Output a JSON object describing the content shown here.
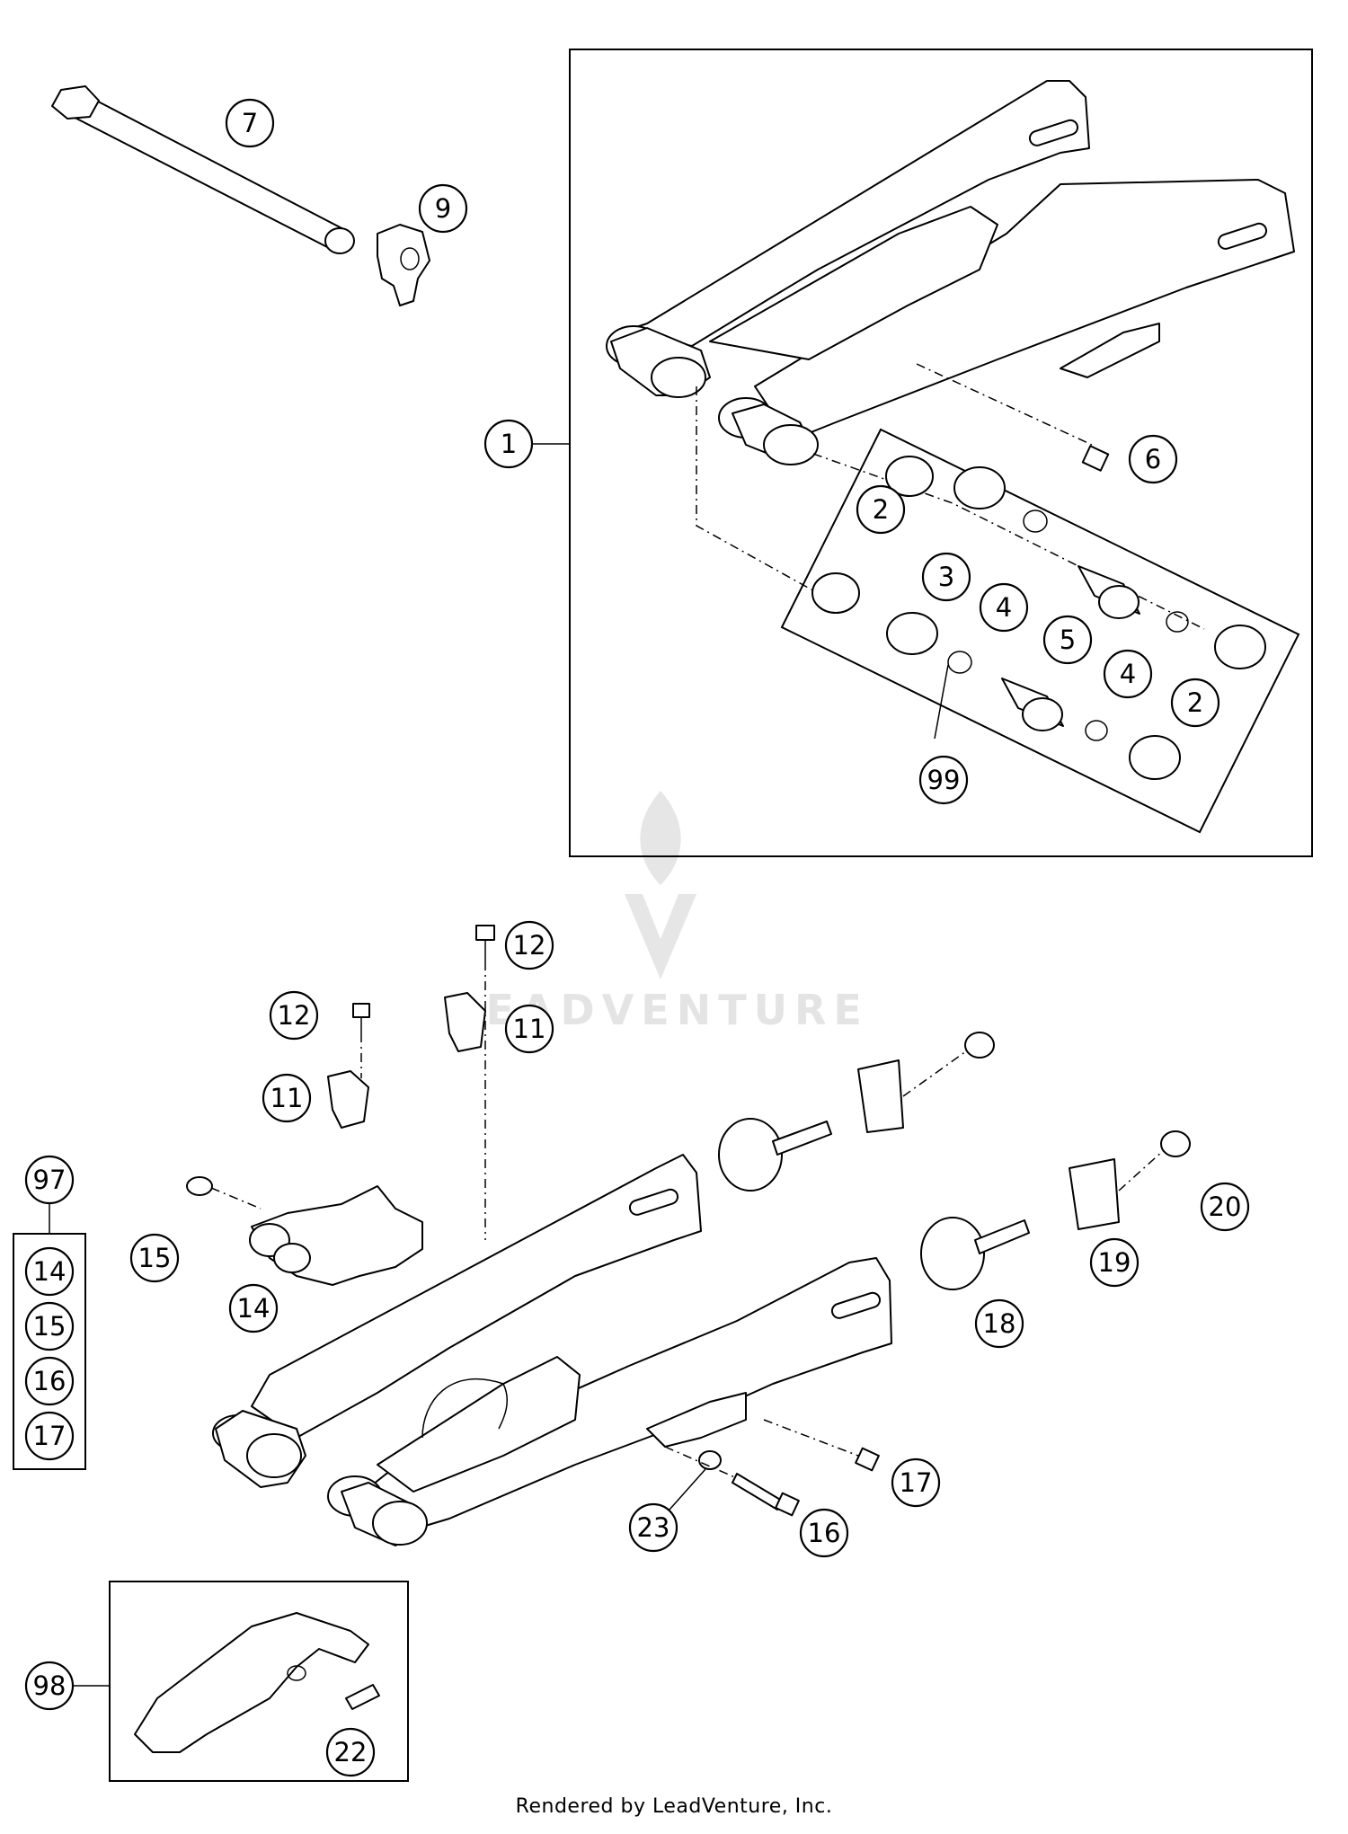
{
  "footer": {
    "text": "Rendered by LeadVenture, Inc."
  },
  "watermark": {
    "text": "LEADVENTURE"
  },
  "groups": [
    {
      "label": "97",
      "items": [
        "14",
        "15",
        "16",
        "17"
      ]
    }
  ],
  "callouts": [
    "1",
    "2",
    "3",
    "4",
    "5",
    "4",
    "2",
    "6",
    "7",
    "9",
    "99",
    "12",
    "12",
    "11",
    "11",
    "15",
    "14",
    "18",
    "19",
    "20",
    "17",
    "16",
    "23",
    "98",
    "22"
  ],
  "colors": {
    "line": "#000000",
    "background": "#ffffff",
    "watermark": "#e2e2e2"
  }
}
